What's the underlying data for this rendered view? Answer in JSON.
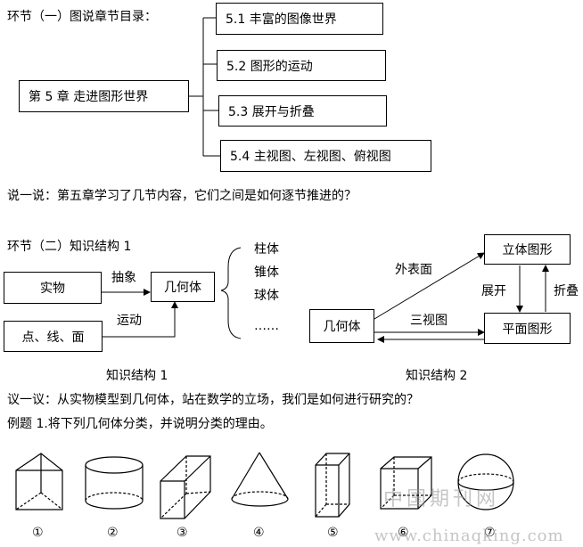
{
  "section1": {
    "heading": "环节（一）图说章节目录：",
    "chapter": "第 5 章    走进图形世界",
    "items": [
      "5.1  丰富的图像世界",
      "5.2  图形的运动",
      "5.3  展开与折叠",
      "5.4  主视图、左视图、俯视图"
    ]
  },
  "prompt1": "说一说：第五章学习了几节内容，它们之间是如何逐节推进的？",
  "section2": {
    "heading": "环节（二）知识结构 1",
    "structure1": {
      "real_object": "实物",
      "point_line_face": "点、线、面",
      "solid": "几何体",
      "abstract_label": "抽象",
      "motion_label": "运动",
      "list": [
        "柱体",
        "锥体",
        "球体",
        "……"
      ],
      "caption": "知识结构 1"
    },
    "structure2": {
      "solid": "几何体",
      "solid_figure": "立体图形",
      "plane_figure": "平面图形",
      "surface_label": "外表面",
      "three_view_label": "三视图",
      "unfold_label": "展开",
      "fold_label": "折叠",
      "caption": "知识结构 2"
    }
  },
  "prompt2": "议一议：从实物模型到几何体，站在数学的立场，我们是如何进行研究的？",
  "example": "例题 1.将下列几何体分类，并说明分类的理由。",
  "shape_labels": [
    "①",
    "②",
    "③",
    "④",
    "⑤",
    "⑥",
    "⑦"
  ],
  "watermark": {
    "cn": "中国期刊网",
    "url": "www.chinaqking.com"
  }
}
